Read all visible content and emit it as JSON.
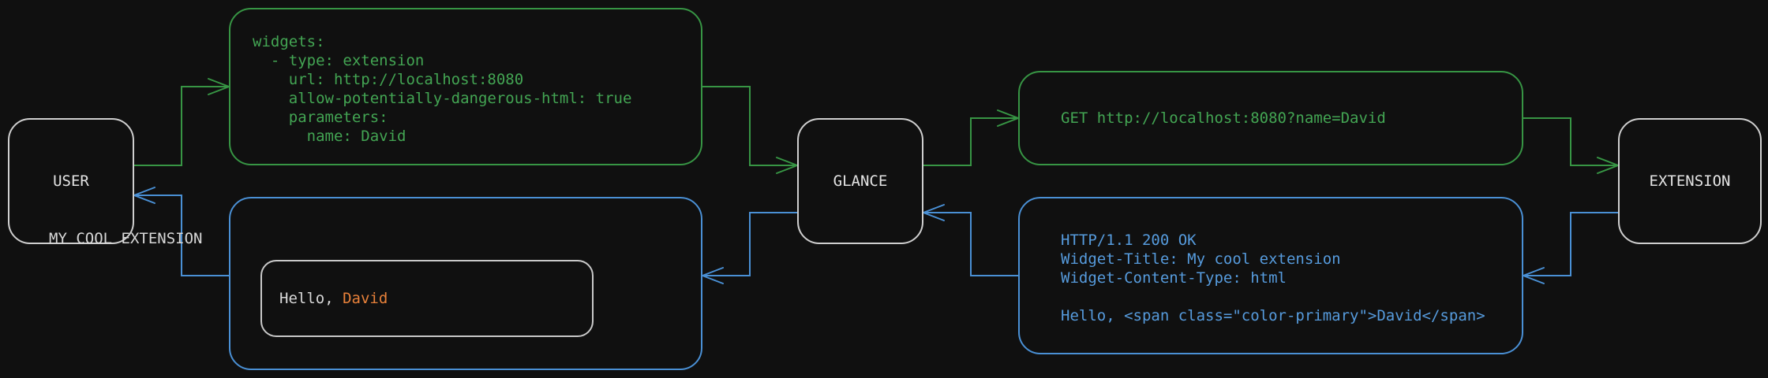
{
  "colors": {
    "background": "#101010",
    "node_border": "#cfcfcf",
    "node_text": "#e3e3e3",
    "green_line": "#379544",
    "green_text": "#43a553",
    "blue_line": "#4a90d5",
    "blue_text": "#569bdd",
    "white_text": "#d8d8d8",
    "orange_accent": "#e8813a"
  },
  "nodes": {
    "user": "USER",
    "glance": "GLANCE",
    "extension": "EXTENSION"
  },
  "config_box": {
    "lines": [
      "widgets:",
      "  - type: extension",
      "    url: http://localhost:8080",
      "    allow-potentially-dangerous-html: true",
      "    parameters:",
      "      name: David"
    ]
  },
  "request_box": {
    "text": "GET http://localhost:8080?name=David"
  },
  "response_box": {
    "lines": [
      "HTTP/1.1 200 OK",
      "Widget-Title: My cool extension",
      "Widget-Content-Type: html",
      "",
      "Hello, <span class=\"color-primary\">David</span>"
    ]
  },
  "widget_box": {
    "title": "MY COOL EXTENSION",
    "greeting_prefix": "Hello, ",
    "greeting_name": "David"
  }
}
